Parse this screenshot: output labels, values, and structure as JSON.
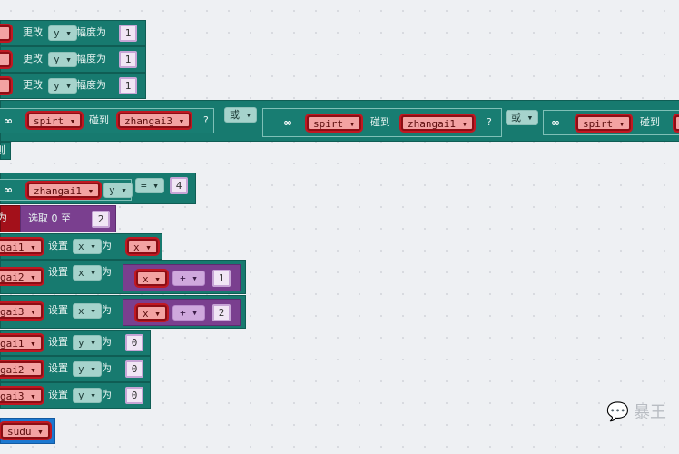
{
  "change_rows": [
    {
      "label": "更改",
      "axis": "y",
      "by": "幅度为",
      "value": "1"
    },
    {
      "label": "更改",
      "axis": "y",
      "by": "幅度为",
      "value": "1"
    },
    {
      "label": "更改",
      "axis": "y",
      "by": "幅度为",
      "value": "1"
    }
  ],
  "if_row": {
    "sprite": "spirt",
    "touch": "碰到",
    "obstacles": [
      "zhangai3",
      "zhangai1"
    ],
    "q": "?",
    "or": "或",
    "then": "则"
  },
  "compare_row": {
    "sprite": "zhangai1",
    "prop": "y",
    "op": "=",
    "value": "4"
  },
  "random_row": {
    "set_label": "为",
    "label": "选取 0 至",
    "max": "2"
  },
  "setx_rows": [
    {
      "sprite": "gai1",
      "label": "设置",
      "axis": "x",
      "to": "为",
      "var": "x"
    },
    {
      "sprite": "gai2",
      "label": "设置",
      "axis": "x",
      "to": "为",
      "var": "x",
      "op": "+",
      "value": "1"
    },
    {
      "sprite": "gai3",
      "label": "设置",
      "axis": "x",
      "to": "为",
      "var": "x",
      "op": "+",
      "value": "2"
    }
  ],
  "sety_rows": [
    {
      "sprite": "gai1",
      "label": "设置",
      "axis": "y",
      "to": "为",
      "value": "0"
    },
    {
      "sprite": "gai2",
      "label": "设置",
      "axis": "y",
      "to": "为",
      "value": "0"
    },
    {
      "sprite": "gai3",
      "label": "设置",
      "axis": "y",
      "to": "为",
      "value": "0"
    }
  ],
  "speed_var": "sudu",
  "watermark": "暴王"
}
